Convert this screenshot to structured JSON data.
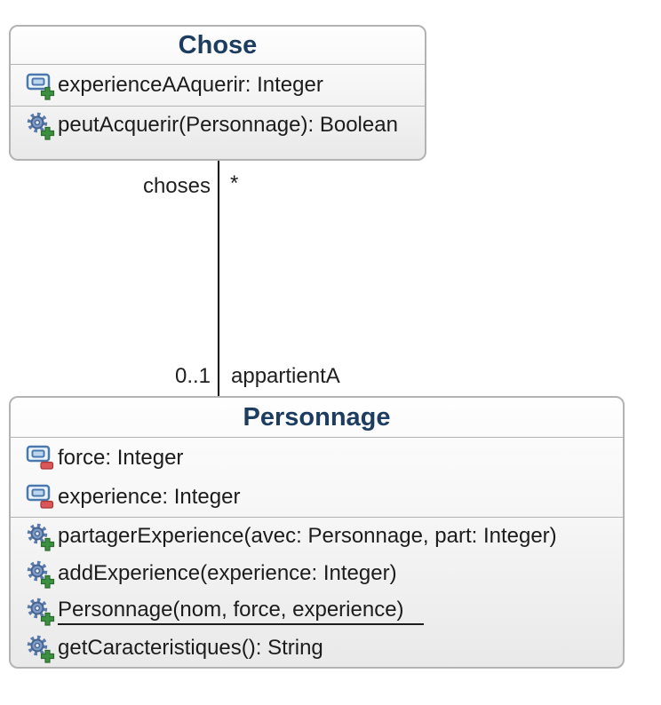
{
  "classes": {
    "chose": {
      "name": "Chose",
      "attributes": [
        {
          "label": "experienceAAquerir: Integer",
          "visibility": "public"
        }
      ],
      "operations": [
        {
          "label": "peutAcquerir(Personnage): Boolean",
          "visibility": "public"
        }
      ]
    },
    "personnage": {
      "name": "Personnage",
      "attributes": [
        {
          "label": "force: Integer",
          "visibility": "private"
        },
        {
          "label": "experience: Integer",
          "visibility": "private"
        }
      ],
      "operations": [
        {
          "label": "partagerExperience(avec: Personnage, part: Integer)",
          "visibility": "public"
        },
        {
          "label": "addExperience(experience: Integer)",
          "visibility": "public"
        },
        {
          "label": "Personnage(nom, force, experience)",
          "visibility": "public",
          "static_underline": true
        },
        {
          "label": "getCaracteristiques(): String",
          "visibility": "public"
        }
      ]
    }
  },
  "association": {
    "role_source": "choses",
    "multiplicity_source": "*",
    "multiplicity_target": "0..1",
    "role_target": "appartientA"
  },
  "colors": {
    "class_title": "#1c3c60",
    "box_border": "#b3b3b3",
    "box_fill_top": "#fefefe",
    "box_fill_bottom": "#e9e9e9",
    "member_text": "#1c1c1c",
    "association_line": "#000000",
    "icon_blue": "#4b79ad",
    "badge_public_green": "#3c9140",
    "badge_private_red": "#d95757"
  }
}
